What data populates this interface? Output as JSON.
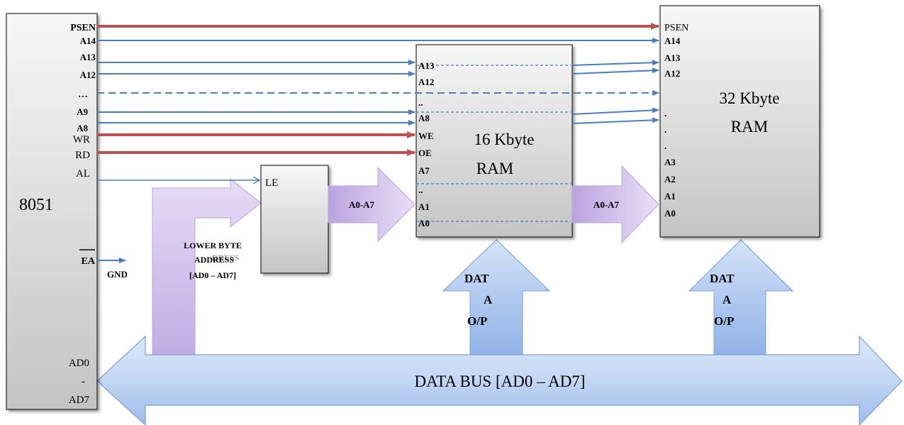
{
  "colors": {
    "red_signal": "#c0504d",
    "blue_signal": "#4a7ebb",
    "purple_arrow": "#c9b5e6",
    "blue_arrow": "#a9c4ec",
    "box_fill_top": "#f7f7f7",
    "box_fill_bottom": "#c4c4c4"
  },
  "mcu": {
    "name": "8051",
    "pins": {
      "psen": "PSEN",
      "a14": "A14",
      "a13": "A13",
      "a12": "A12",
      "dots": "…",
      "a9": "A9",
      "a8": "A8",
      "wr": "WR",
      "rd": "RD",
      "al": "AL",
      "ea": "EA",
      "ad0": "AD0",
      "dash": "-",
      "ad7": "AD7"
    },
    "gnd": "GND"
  },
  "latch": {
    "le": "LE"
  },
  "lower_byte": {
    "line1": "LOWER BYTE",
    "line2": "ADDRESS",
    "line3": "[AD0 – AD7]",
    "ghost": "DRESS"
  },
  "bus_arrow_1": "A0-A7",
  "bus_arrow_2": "A0-A7",
  "ram16": {
    "title_line1": "16 Kbyte",
    "title_line2": "RAM",
    "pins": {
      "a13": "A13",
      "a12": "A12",
      "dd1": "..",
      "a8": "A8",
      "we": "WE",
      "oe": "OE",
      "a7": "A7",
      "dd2": "..",
      "a1": "A1",
      "a0": "A0"
    }
  },
  "ram32": {
    "title_line1": "32 Kbyte",
    "title_line2": "RAM",
    "pins": {
      "psen": "PSEN",
      "a14": "A14",
      "a13": "A13",
      "a12": "A12",
      "d1": ".",
      "d2": ".",
      "d3": ".",
      "a3": "A3",
      "a2": "A2",
      "a1": "A1",
      "a0": "A0"
    }
  },
  "data_op_1": {
    "l1": "DAT",
    "l2": "A",
    "l3": "O/P"
  },
  "data_op_2": {
    "l1": "DAT",
    "l2": "A",
    "l3": "O/P"
  },
  "data_bus": "DATA BUS [AD0 – AD7]"
}
